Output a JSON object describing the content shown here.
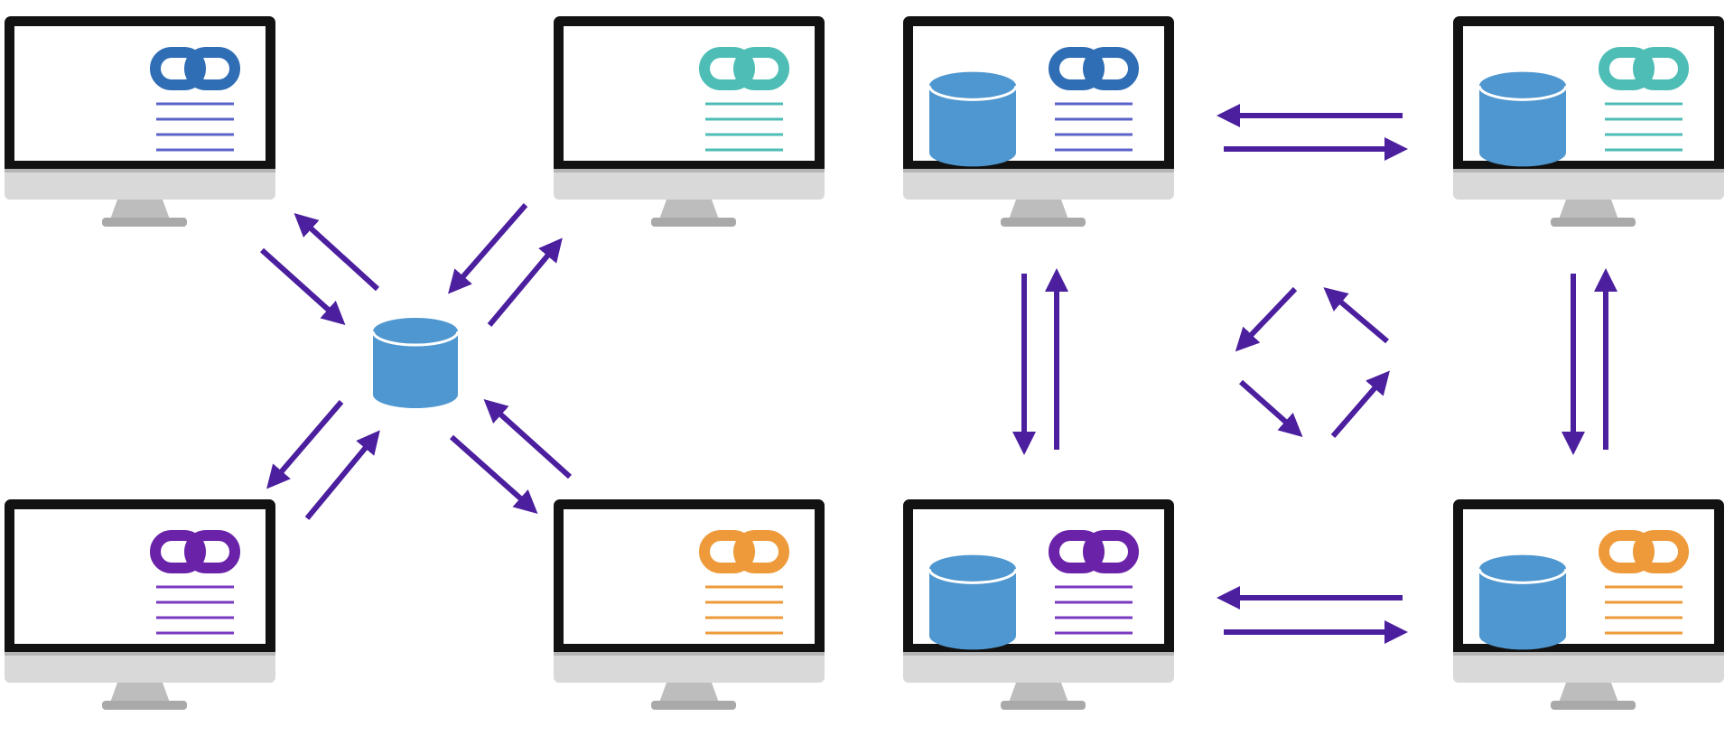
{
  "colors": {
    "arrow": "#4b1f9e",
    "database": "#4f97d0",
    "monitor_frame": "#121212",
    "monitor_chin": "#d9d9d9",
    "stand": "#bdbdbd",
    "screen": "#ffffff"
  },
  "architectures": [
    {
      "name": "centralized",
      "hub": {
        "icon": "database-icon"
      },
      "nodes": [
        {
          "position": "top-left",
          "link_color": "#2f6db5",
          "line_color": "#5b63c9",
          "has_database": false
        },
        {
          "position": "top-right",
          "link_color": "#4dbdb6",
          "line_color": "#4dbdb6",
          "has_database": false
        },
        {
          "position": "bottom-left",
          "link_color": "#6a22a8",
          "line_color": "#7a3ac0",
          "has_database": false
        },
        {
          "position": "bottom-right",
          "link_color": "#ee9a3a",
          "line_color": "#ee9a3a",
          "has_database": false
        }
      ]
    },
    {
      "name": "decentralized",
      "nodes": [
        {
          "position": "top-left",
          "link_color": "#2f6db5",
          "line_color": "#5b63c9",
          "has_database": true
        },
        {
          "position": "top-right",
          "link_color": "#4dbdb6",
          "line_color": "#4dbdb6",
          "has_database": true
        },
        {
          "position": "bottom-left",
          "link_color": "#6a22a8",
          "line_color": "#7a3ac0",
          "has_database": true
        },
        {
          "position": "bottom-right",
          "link_color": "#ee9a3a",
          "line_color": "#ee9a3a",
          "has_database": true
        }
      ]
    }
  ]
}
